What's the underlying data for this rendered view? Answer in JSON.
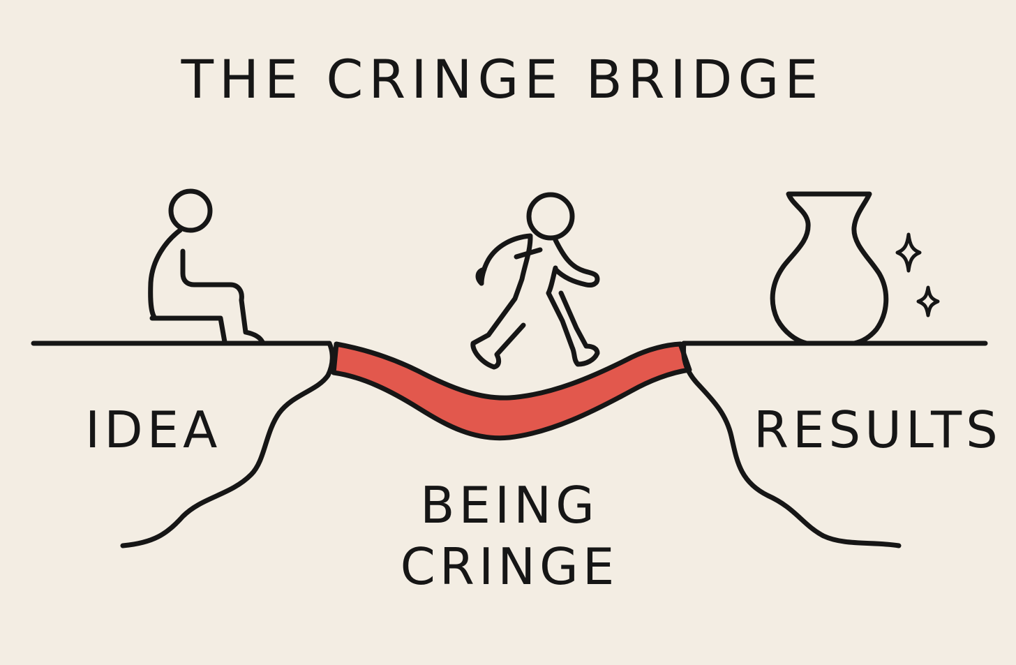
{
  "title": "THE CRINGE BRIDGE",
  "labels": {
    "left": "IDEA",
    "right": "RESULTS",
    "bridge_line1": "BEING",
    "bridge_line2": "CRINGE"
  },
  "colors": {
    "background": "#f3ede3",
    "ink": "#161616",
    "bridge": "#e2584d"
  },
  "icons": [
    "sitting-person-icon",
    "walking-person-icon",
    "vase-icon",
    "sparkle-icon"
  ]
}
